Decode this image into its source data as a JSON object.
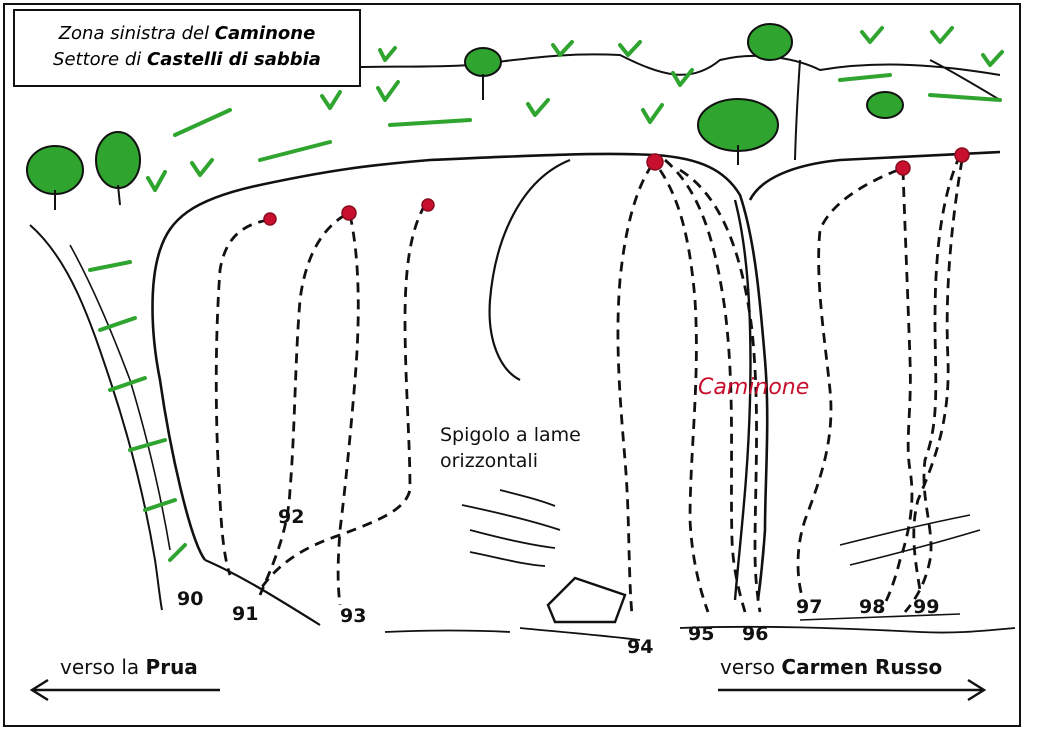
{
  "title": {
    "line1_prefix": "Zona sinistra del ",
    "line1_bold": "Caminone",
    "line2_prefix": "Settore di ",
    "line2_bold": "Castelli di sabbia"
  },
  "features": {
    "chimney": "Caminone",
    "arete_line1": "Spigolo a lame",
    "arete_line2": "orizzontali"
  },
  "routes": [
    "90",
    "91",
    "92",
    "93",
    "94",
    "95",
    "96",
    "97",
    "98",
    "99"
  ],
  "directions": {
    "left_prefix": "verso la ",
    "left_bold": "Prua",
    "right_prefix": "verso ",
    "right_bold": "Carmen Russo"
  },
  "colors": {
    "ink": "#111111",
    "anchor": "#c8102e",
    "vegetation": "#2fa52f",
    "chimney_label": "#c8102e"
  },
  "icons": [
    "tree-icon",
    "grass-tuft-icon",
    "anchor-icon",
    "arrow-left-icon",
    "arrow-right-icon"
  ]
}
